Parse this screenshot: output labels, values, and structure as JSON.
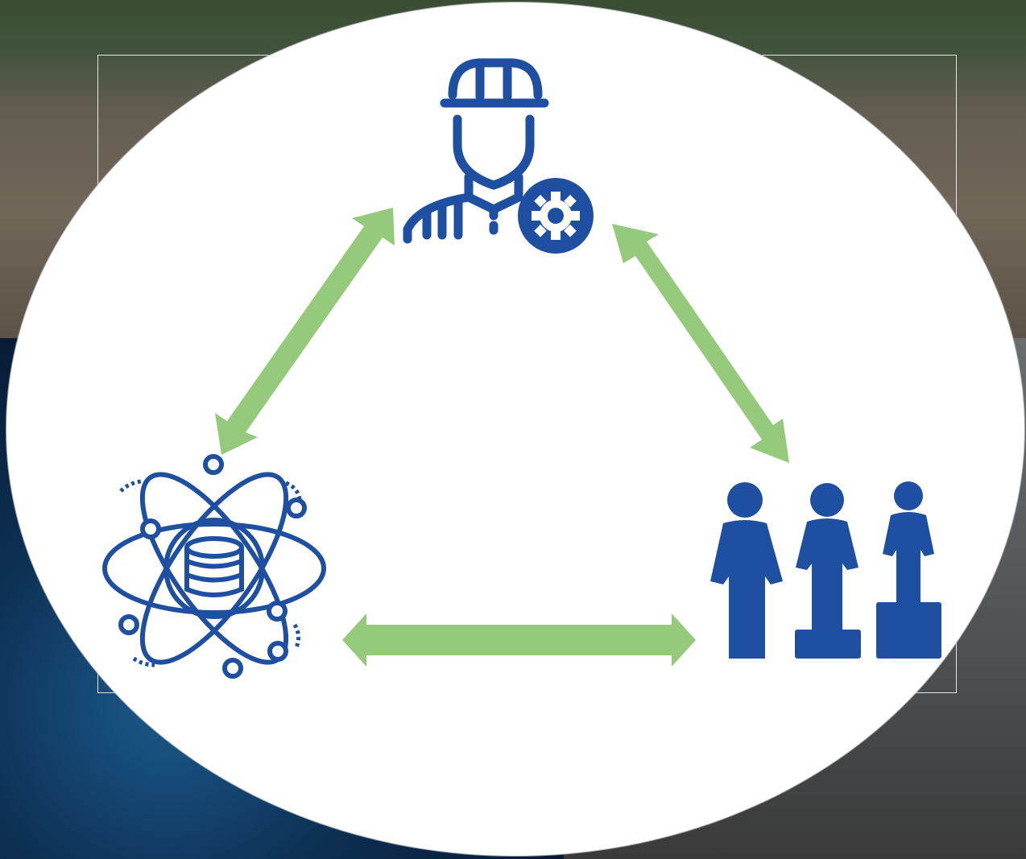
{
  "diagram": {
    "nodes": [
      {
        "id": "engineer",
        "icon": "engineer-with-gear-icon"
      },
      {
        "id": "data-science",
        "icon": "atom-database-icon"
      },
      {
        "id": "community",
        "icon": "people-on-podiums-icon"
      }
    ],
    "edges": [
      {
        "from": "engineer",
        "to": "data-science",
        "direction": "bidirectional"
      },
      {
        "from": "engineer",
        "to": "community",
        "direction": "bidirectional"
      },
      {
        "from": "data-science",
        "to": "community",
        "direction": "bidirectional"
      }
    ],
    "colors": {
      "icon": "#1f4fa0",
      "arrow": "#95c97b",
      "circle": "#ffffff"
    }
  },
  "background": {
    "panels": [
      "flooded-highway-photo",
      "smart-city-network-photo",
      "disaster-shelter-photo"
    ]
  }
}
